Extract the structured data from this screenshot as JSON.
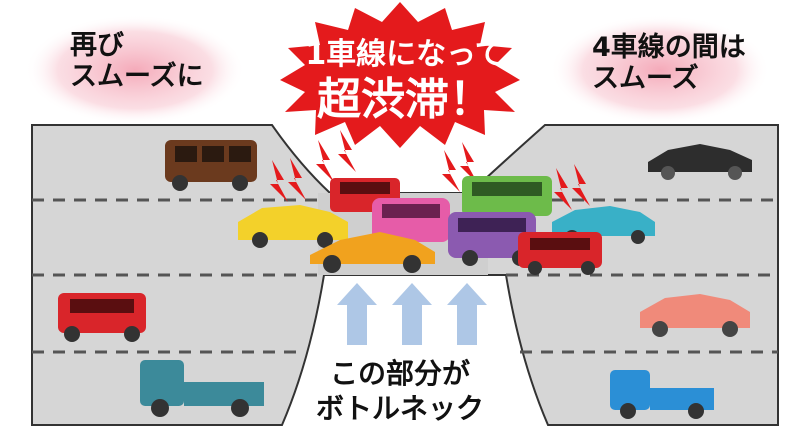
{
  "labels": {
    "left_line1": "再び",
    "left_line2": "スムーズに",
    "right_line1": "4車線の間は",
    "right_line2": "スムーズ",
    "burst_line1": "1車線になって",
    "burst_line2": "超渋滞！",
    "bottleneck_line1": "この部分が",
    "bottleneck_line2": "ボトルネック"
  },
  "colors": {
    "road": "#d6d6d6",
    "lane_line": "#555555",
    "burst": "#e41a1c",
    "glow": "#f7b7c2",
    "arrow": "#aec7e6",
    "lightning": "#e41a1c"
  }
}
